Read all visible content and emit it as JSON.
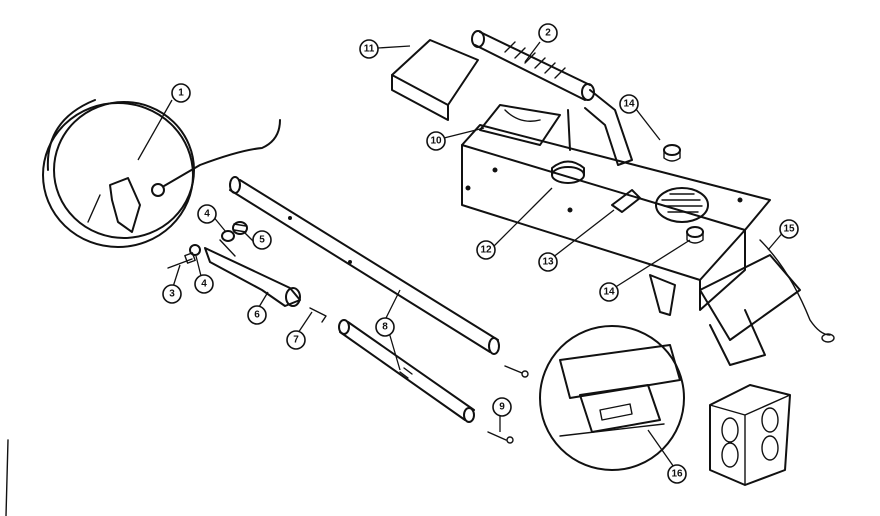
{
  "callouts": [
    {
      "id": "1",
      "label": "1"
    },
    {
      "id": "2",
      "label": "2"
    },
    {
      "id": "3",
      "label": "3"
    },
    {
      "id": "4a",
      "label": "4"
    },
    {
      "id": "4b",
      "label": "4"
    },
    {
      "id": "5",
      "label": "5"
    },
    {
      "id": "6",
      "label": "6"
    },
    {
      "id": "7",
      "label": "7"
    },
    {
      "id": "8",
      "label": "8"
    },
    {
      "id": "9",
      "label": "9"
    },
    {
      "id": "10",
      "label": "10"
    },
    {
      "id": "11",
      "label": "11"
    },
    {
      "id": "12",
      "label": "12"
    },
    {
      "id": "13",
      "label": "13"
    },
    {
      "id": "14a",
      "label": "14"
    },
    {
      "id": "14b",
      "label": "14"
    },
    {
      "id": "15",
      "label": "15"
    },
    {
      "id": "16",
      "label": "16"
    }
  ]
}
